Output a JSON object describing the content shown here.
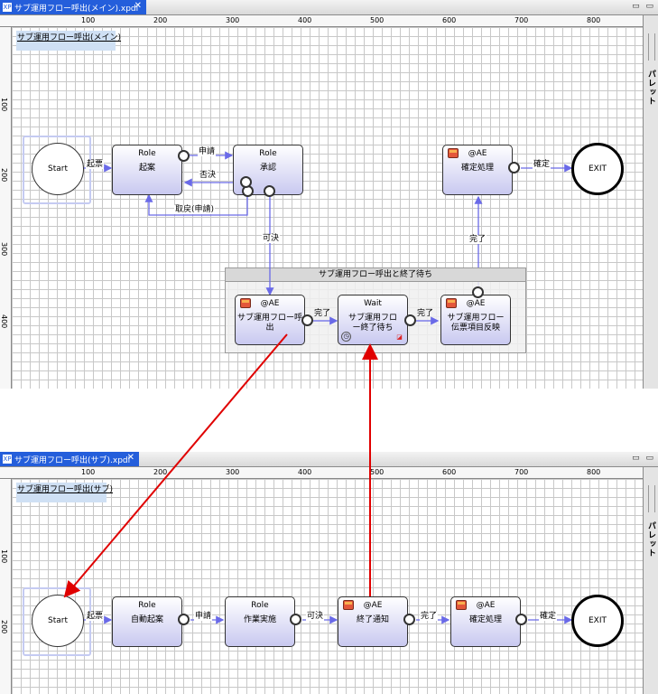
{
  "colors": {
    "tab_active": "#245edb",
    "node_fill": "#c9c9f0",
    "edge": "#6a6ae8",
    "annotation_arrow": "#e00000",
    "grid": "#c8c8c8"
  },
  "ruler_ticks": [
    "100",
    "200",
    "300",
    "400",
    "500",
    "600",
    "700",
    "800"
  ],
  "ruler_left_ticks": [
    "100",
    "200",
    "300",
    "400"
  ],
  "palette_label": "パレット",
  "window_buttons": "▭ ▭",
  "top": {
    "tab_title": "サブ運用フロー呼出(メイン).xpdl",
    "tab_icon": "XP",
    "close_glyph": "✕",
    "process_label": "サブ運用フロー呼出(メイン)",
    "start": "Start",
    "exit": "EXIT",
    "nodes": {
      "draft": {
        "role": "Role",
        "name": "起案"
      },
      "approve": {
        "role": "Role",
        "name": "承認"
      },
      "confirm": {
        "role": "@AE",
        "name": "確定処理"
      },
      "subcall": {
        "role": "@AE",
        "name": "サブ運用フロー呼出"
      },
      "wait": {
        "role": "Wait",
        "name": "サブ運用フロー終了待ち"
      },
      "reflect": {
        "role": "@AE",
        "name": "サブ運用フロー伝票項目反映"
      }
    },
    "edges": {
      "kihyo": "起票",
      "shinsei": "申請",
      "hiketsu": "否決",
      "torimodoshi": "取戻(申請)",
      "kaketsu": "可決",
      "kanryo1": "完了",
      "kanryo2": "完了",
      "kanryo3": "完了",
      "kakutei": "確定"
    },
    "lane_title": "サブ運用フロー呼出と終了待ち"
  },
  "bottom": {
    "tab_title": "サブ運用フロー呼出(サブ).xpdl",
    "tab_icon": "XP",
    "close_glyph": "✕",
    "process_label": "サブ運用フロー呼出(サブ)",
    "start": "Start",
    "exit": "EXIT",
    "nodes": {
      "autodraft": {
        "role": "Role",
        "name": "自動起案"
      },
      "work": {
        "role": "Role",
        "name": "作業実施"
      },
      "notify": {
        "role": "@AE",
        "name": "終了通知"
      },
      "confirm": {
        "role": "@AE",
        "name": "確定処理"
      }
    },
    "edges": {
      "kihyo": "起票",
      "shinsei": "申請",
      "kaketsu": "可決",
      "kanryo": "完了",
      "kakutei": "確定"
    }
  }
}
